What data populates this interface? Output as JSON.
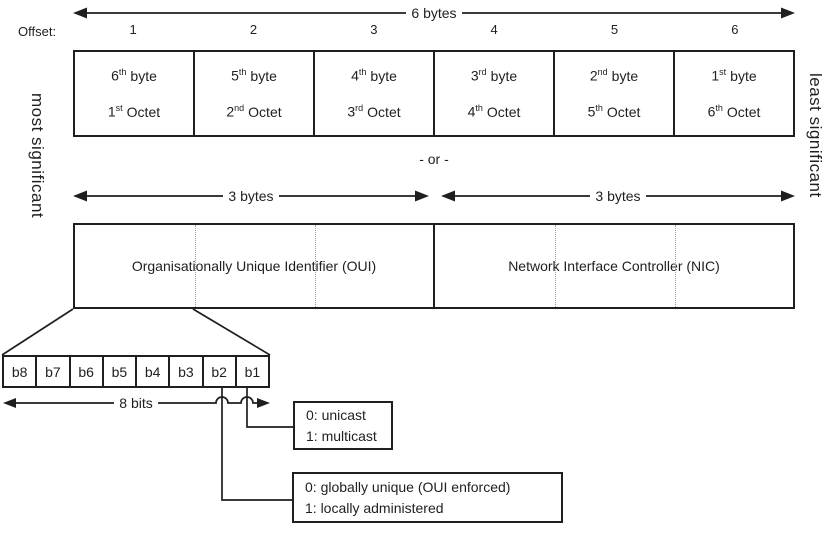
{
  "labels": {
    "offset": "Offset:",
    "six_bytes": "6 bytes",
    "or": "- or -",
    "three_bytes_left": "3 bytes",
    "three_bytes_right": "3 bytes",
    "eight_bits": "8 bits",
    "most_significant": "most significant",
    "least_significant": "least significant"
  },
  "offsets": [
    "1",
    "2",
    "3",
    "4",
    "5",
    "6"
  ],
  "byte_table": {
    "cells": [
      {
        "byte": {
          "num": "6",
          "sup": "th",
          "word": "byte"
        },
        "octet": {
          "num": "1",
          "sup": "st",
          "word": "Octet"
        }
      },
      {
        "byte": {
          "num": "5",
          "sup": "th",
          "word": "byte"
        },
        "octet": {
          "num": "2",
          "sup": "nd",
          "word": "Octet"
        }
      },
      {
        "byte": {
          "num": "4",
          "sup": "th",
          "word": "byte"
        },
        "octet": {
          "num": "3",
          "sup": "rd",
          "word": "Octet"
        }
      },
      {
        "byte": {
          "num": "3",
          "sup": "rd",
          "word": "byte"
        },
        "octet": {
          "num": "4",
          "sup": "th",
          "word": "Octet"
        }
      },
      {
        "byte": {
          "num": "2",
          "sup": "nd",
          "word": "byte"
        },
        "octet": {
          "num": "5",
          "sup": "th",
          "word": "Octet"
        }
      },
      {
        "byte": {
          "num": "1",
          "sup": "st",
          "word": "byte"
        },
        "octet": {
          "num": "6",
          "sup": "th",
          "word": "Octet"
        }
      }
    ]
  },
  "address_parts": {
    "oui": "Organisationally Unique Identifier (OUI)",
    "nic": "Network Interface Controller (NIC)"
  },
  "bits": [
    "b8",
    "b7",
    "b6",
    "b5",
    "b4",
    "b3",
    "b2",
    "b1"
  ],
  "bit_legend": {
    "unicast_box": {
      "line1": "0: unicast",
      "line2": "1: multicast"
    },
    "admin_box": {
      "line1": "0: globally unique (OUI enforced)",
      "line2": "1: locally administered"
    }
  },
  "colors": {
    "line": "#1f1f1f",
    "text": "#1f1f1f",
    "background": "#ffffff",
    "dotted": "#9a9a9a"
  }
}
